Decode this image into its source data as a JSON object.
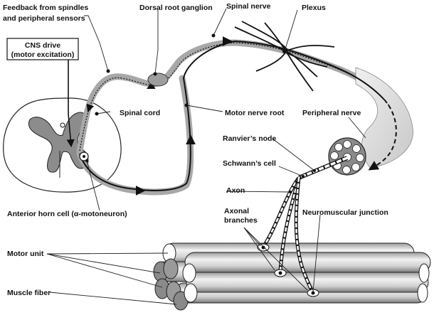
{
  "labels": {
    "feedback_line1": "Feedback from spindles",
    "feedback_line2": "and peripheral sensors",
    "dorsal_root_ganglion": "Dorsal root ganglion",
    "spinal_nerve": "Spinal nerve",
    "plexus": "Plexus",
    "cns_drive_line1": "CNS drive",
    "cns_drive_line2": "(motor excitation)",
    "spinal_cord": "Spinal cord",
    "motor_nerve_root": "Motor nerve root",
    "peripheral_nerve": "Peripheral nerve",
    "ranviers_node": "Ranvier’s node",
    "schwanns_cell": "Schwann’s cell",
    "axon": "Axon",
    "axonal_branches_line1": "Axonal",
    "axonal_branches_line2": "branches",
    "neuromuscular_junction": "Neuromuscular junction",
    "anterior_horn_cell": "Anterior horn cell (α-motoneuron)",
    "motor_unit": "Motor unit",
    "muscle_fiber": "Muscle fiber"
  },
  "colors": {
    "nerve_gray": "#a8a8a8",
    "cord_gray": "#909090",
    "fiber_light": "#e4e4e4",
    "fiber_dark": "#8a8a8a",
    "line": "#111111"
  }
}
